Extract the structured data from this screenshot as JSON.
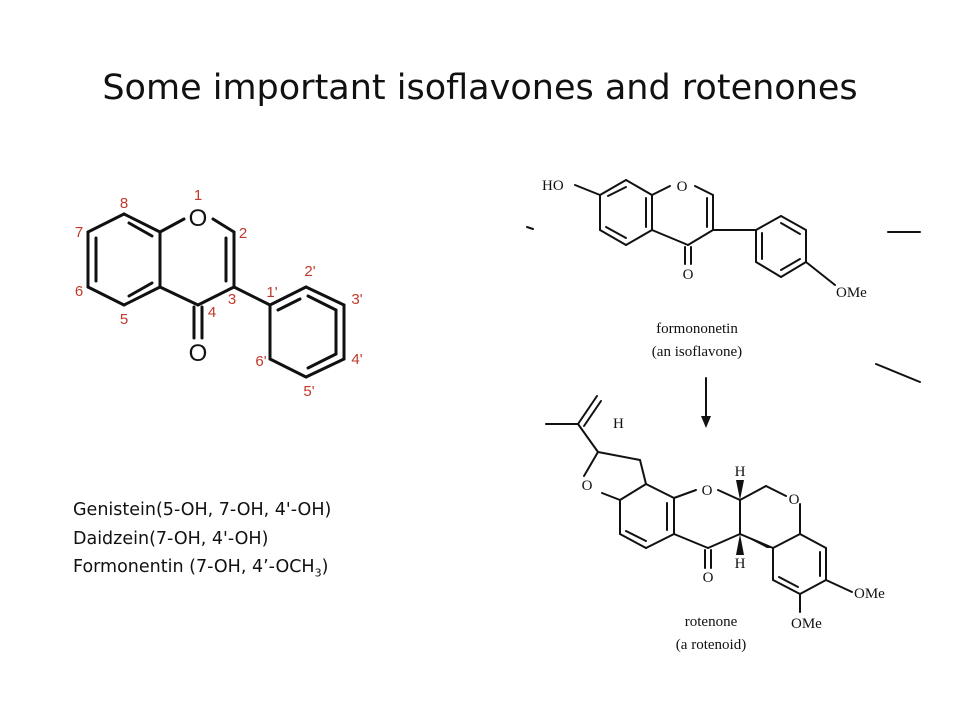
{
  "slide": {
    "title": "Some important isoflavones and rotenones"
  },
  "compounds": {
    "genistein": "Genistein(5-OH, 7-OH, 4'-OH)",
    "daidzein": "Daidzein(7-OH, 4'-OH)",
    "formonentin_prefix": "Formonentin (7-OH, 4’-OCH",
    "formonentin_sub": "3",
    "formonentin_suffix": ")"
  },
  "isoflavone_skeleton": {
    "ring_oxygen": "O",
    "carbonyl_oxygen": "O",
    "numbering": {
      "n1": "1",
      "n2": "2",
      "n3": "3",
      "n4": "4",
      "n5": "5",
      "n6": "6",
      "n7": "7",
      "n8": "8",
      "n1p": "1'",
      "n2p": "2'",
      "n3p": "3'",
      "n4p": "4'",
      "n5p": "5'",
      "n6p": "6'"
    }
  },
  "formononetin": {
    "ho": "HO",
    "ring_o": "O",
    "carbonyl_o": "O",
    "ome": "OMe",
    "caption_line1": "formononetin",
    "caption_line2": "(an isoflavone)"
  },
  "rotenone": {
    "h_top": "H",
    "h_mid": "H",
    "h_low": "H",
    "o_furan": "O",
    "o_pyran": "O",
    "o_ring_c": "O",
    "carbonyl_o": "O",
    "ome_1": "OMe",
    "ome_2": "OMe",
    "caption_line1": "rotenone",
    "caption_line2": "(a rotenoid)"
  },
  "colors": {
    "numbering": "#c0392b",
    "structure": "#111111"
  }
}
